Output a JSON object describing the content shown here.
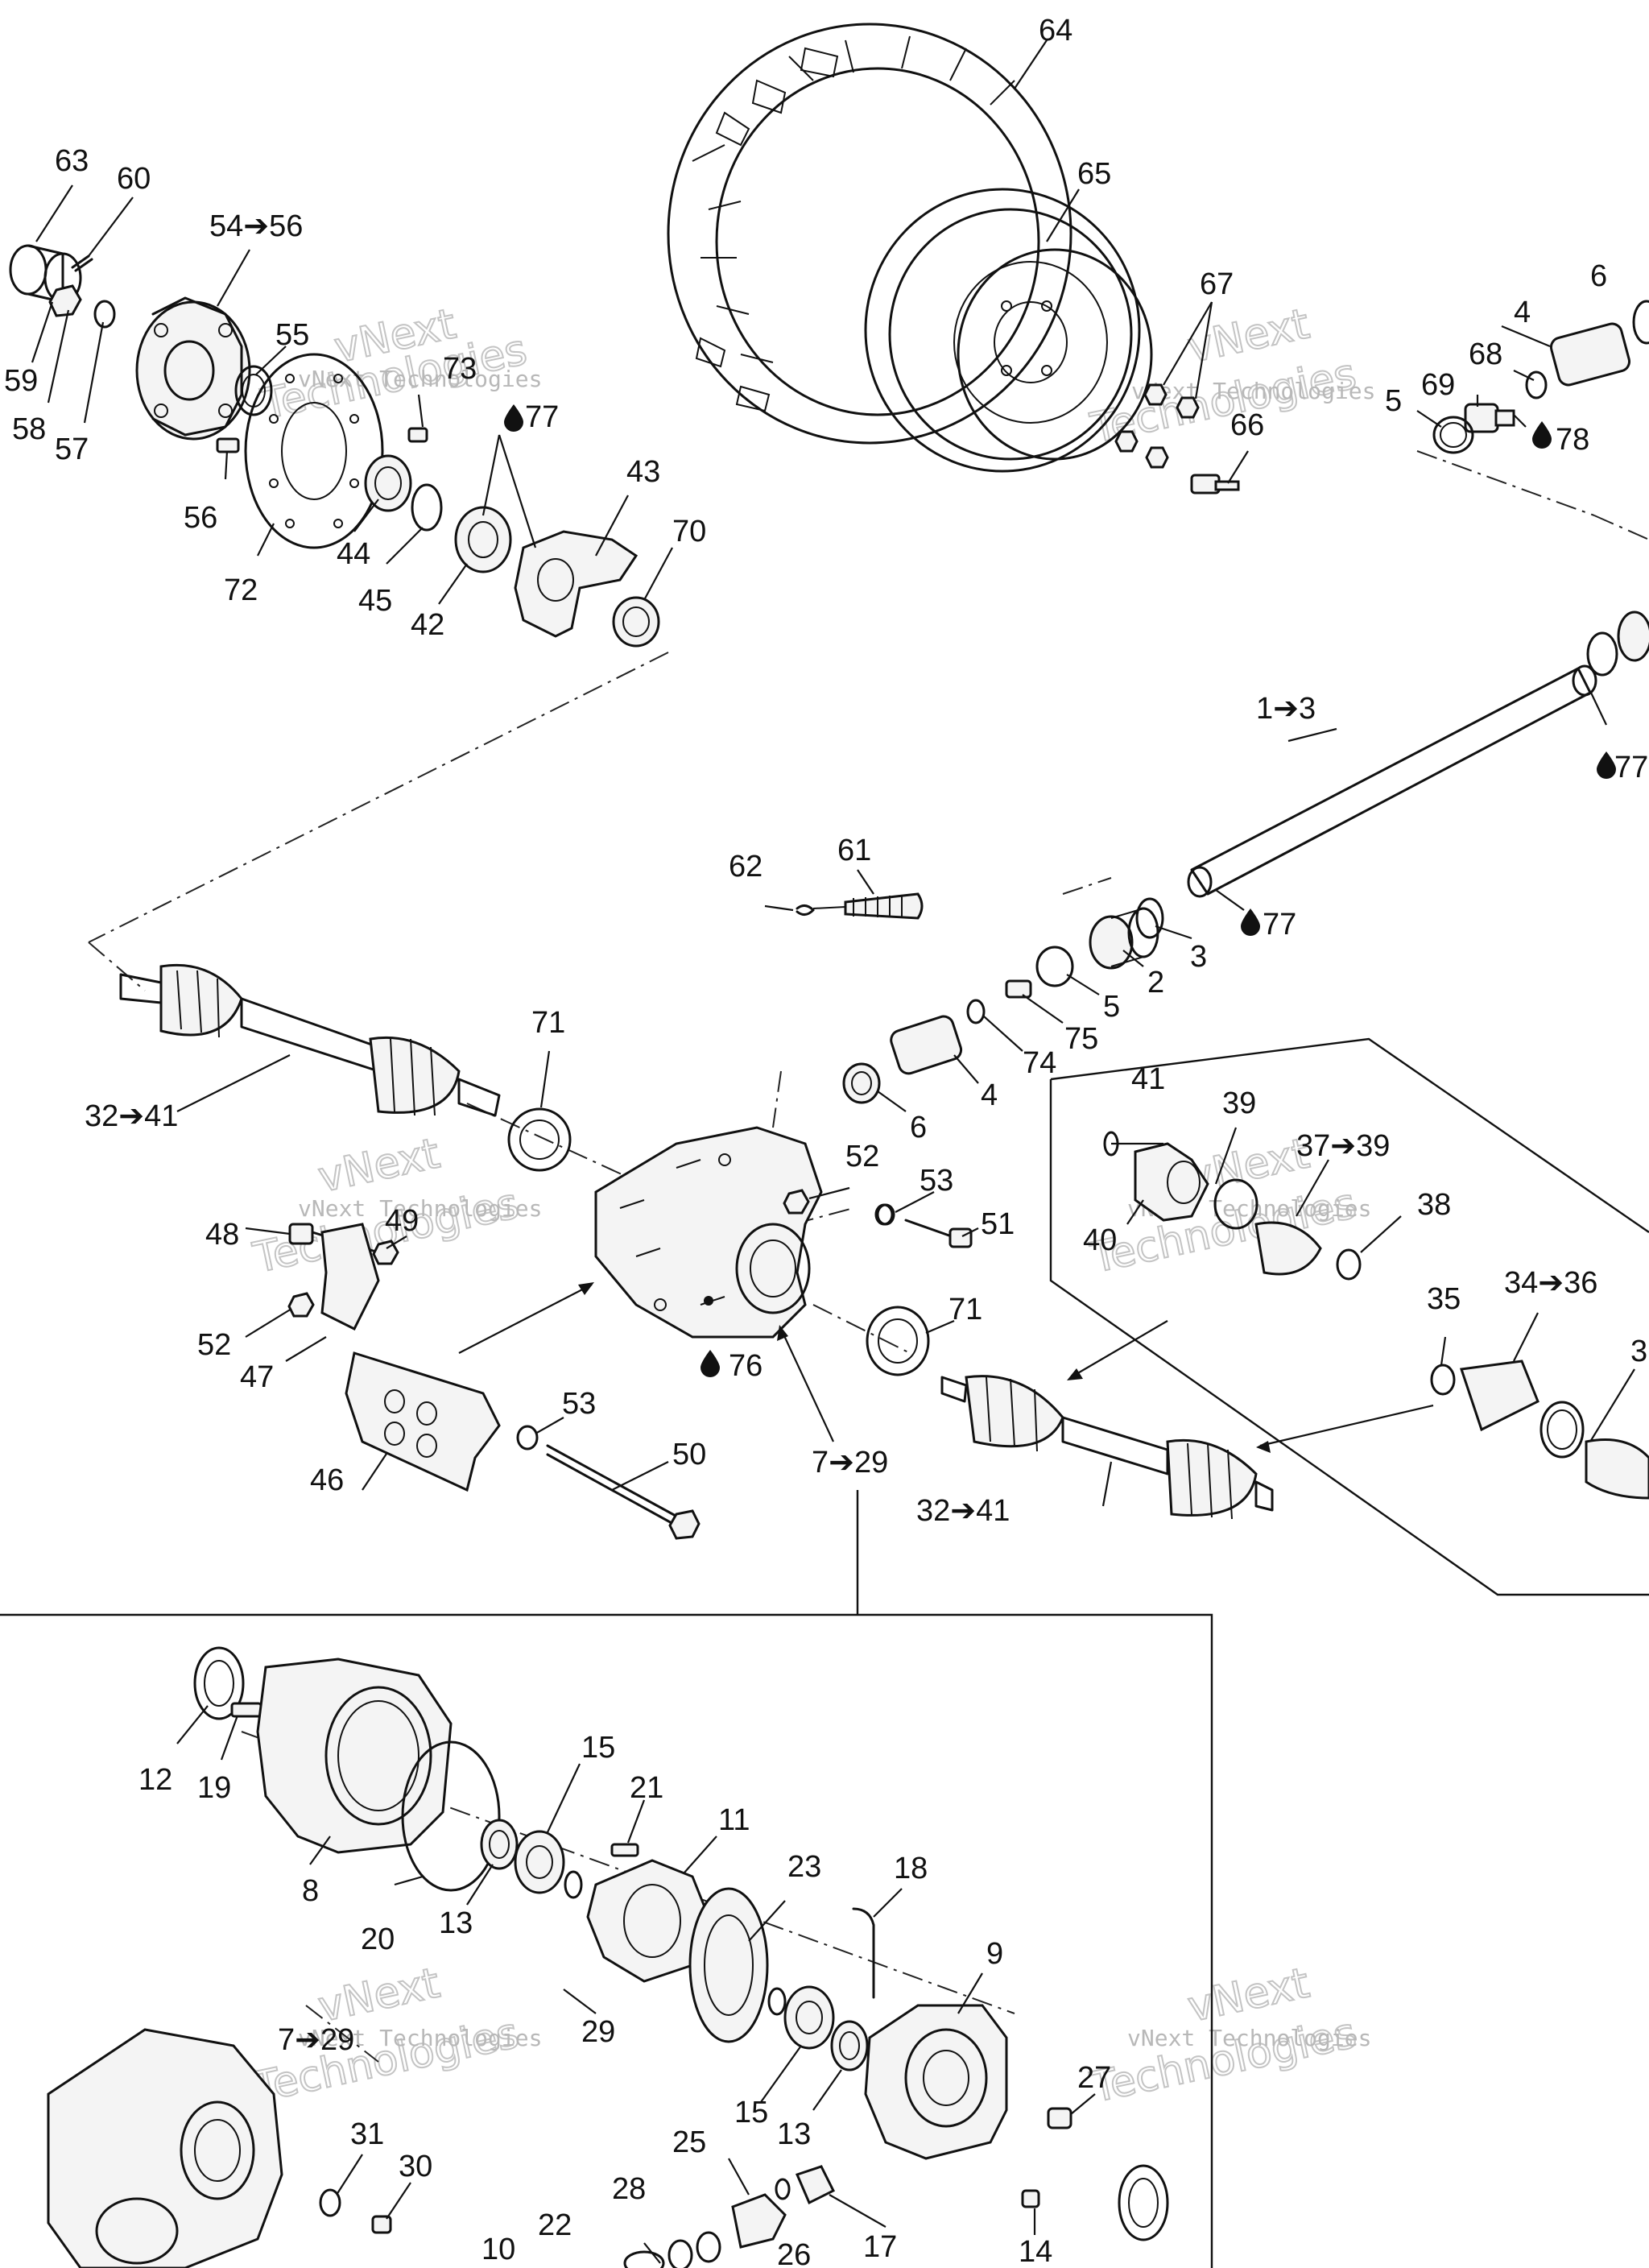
{
  "callouts": {
    "c64": "64",
    "c65": "65",
    "c67": "67",
    "c6a": "6",
    "c4a": "4",
    "c68": "68",
    "c5a": "5",
    "c69": "69",
    "c78": "78",
    "c66": "66",
    "c63": "63",
    "c60": "60",
    "c54_56": "54➔56",
    "c55": "55",
    "c73": "73",
    "c77a": "77",
    "c59": "59",
    "c58": "58",
    "c57": "57",
    "c56": "56",
    "c72": "72",
    "c44": "44",
    "c45": "45",
    "c42": "42",
    "c43": "43",
    "c70": "70",
    "c1_3": "1➔3",
    "c77b": "77",
    "c62": "62",
    "c61": "61",
    "c77c": "77",
    "c2": "2",
    "c3": "3",
    "c5b": "5",
    "c75": "75",
    "c74": "74",
    "c4b": "4",
    "c6b": "6",
    "c71a": "71",
    "c32_41a": "32➔41",
    "c52a": "52",
    "c53a": "53",
    "c51": "51",
    "c48": "48",
    "c49": "49",
    "c52b": "52",
    "c47": "47",
    "c76": "76",
    "c71b": "71",
    "c53b": "53",
    "c50": "50",
    "c46": "46",
    "c7_29a": "7➔29",
    "c32_41b": "32➔41",
    "c41": "41",
    "c39": "39",
    "c37_39": "37➔39",
    "c38": "38",
    "c40": "40",
    "c35": "35",
    "c34_36": "34➔36",
    "c3b": "3",
    "c12": "12",
    "c19": "19",
    "c8": "8",
    "c20": "20",
    "c13a": "13",
    "c15a": "15",
    "c21": "21",
    "c11": "11",
    "c23": "23",
    "c29": "29",
    "c18": "18",
    "c9": "9",
    "c15b": "15",
    "c13b": "13",
    "c27": "27",
    "c7_29b": "7➔29",
    "c31": "31",
    "c30": "30",
    "c25": "25",
    "c28": "28",
    "c22": "22",
    "c10": "10",
    "c26": "26",
    "c17": "17",
    "c14": "14"
  },
  "watermark": {
    "company": "vNext Technologies",
    "big_line1": "vNext",
    "big_line2": "Technologies"
  }
}
